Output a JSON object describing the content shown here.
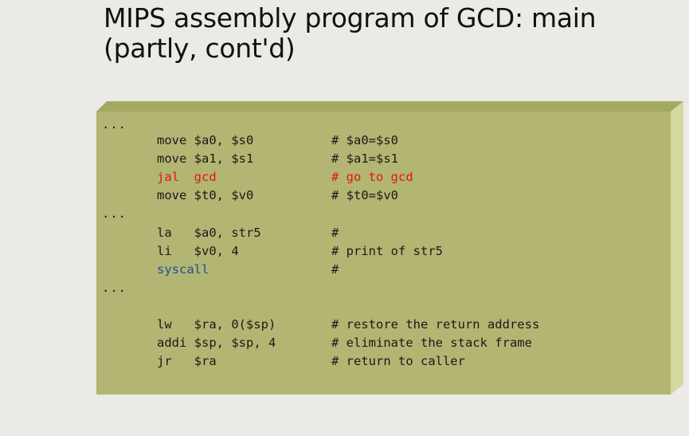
{
  "slide": {
    "title_line1": "MIPS assembly program of GCD: main",
    "title_line2": "(partly, cont'd)"
  },
  "colors": {
    "background": "#ebeae6",
    "box_face": "#b3b572",
    "box_top": "#a5a862",
    "box_side": "#d6d7a0",
    "highlight_red": "#e0180e",
    "keyword_blue": "#1c4f95"
  },
  "code": {
    "ellipsis_1": "...",
    "line1_instr": "move $a0, $s0",
    "line1_comment": "# $a0=$s0",
    "line2_instr": "move $a1, $s1",
    "line2_comment": "# $a1=$s1",
    "line3_instr": "jal  gcd",
    "line3_comment": "# go to gcd",
    "line4_instr": "move $t0, $v0",
    "line4_comment": "# $t0=$v0",
    "ellipsis_2": "...",
    "line5_instr": "la   $a0, str5",
    "line5_comment": "#",
    "line6_instr": "li   $v0, 4",
    "line6_comment": "# print of str5",
    "line7_instr": "syscall",
    "line7_comment": "#",
    "ellipsis_3": "...",
    "line8_instr": "lw   $ra, 0($sp)",
    "line8_comment": "# restore the return address",
    "line9_instr": "addi $sp, $sp, 4",
    "line9_comment": "# eliminate the stack frame",
    "line10_instr": "jr   $ra",
    "line10_comment": "# return to caller"
  }
}
